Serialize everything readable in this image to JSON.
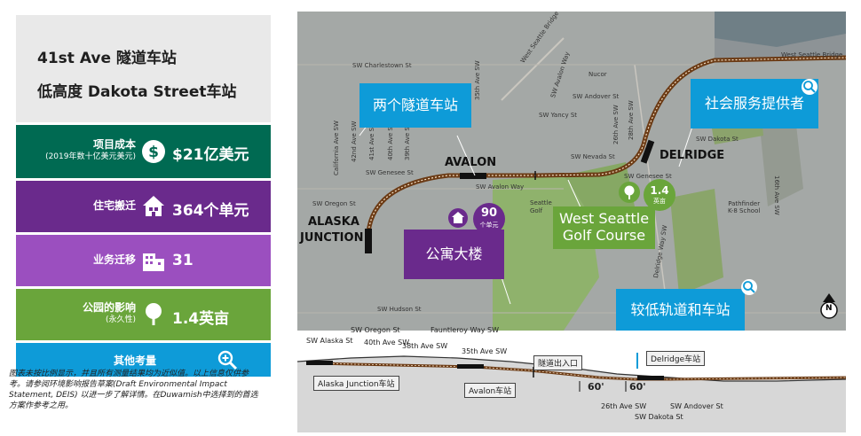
{
  "title_line1": "41st Ave 隧道车站",
  "title_line2": "低高度 Dakota Street车站",
  "metrics": [
    {
      "label": "项目成本",
      "sublabel": "(2019年数十亿美元美元)",
      "value": "$21亿美元",
      "icon": "dollar-icon",
      "color": "#006a52"
    },
    {
      "label": "住宅搬迁",
      "sublabel": "",
      "value": "364个单元",
      "icon": "house-icon",
      "color": "#6a2a8c"
    },
    {
      "label": "业务迁移",
      "sublabel": "",
      "value": "31",
      "icon": "building-icon",
      "color": "#9b4fbf"
    },
    {
      "label": "公园的影响",
      "sublabel": "(永久性)",
      "value": "1.4英亩",
      "icon": "tree-icon",
      "color": "#6aa53b"
    }
  ],
  "other_considerations": {
    "label": "其他考量",
    "icon": "magnify-icon",
    "color": "#0e9bd8"
  },
  "footnote": "图表未按比例显示，并且所有测量结果均为近似值。以上信息仅供参考。请参阅环境影响报告草案(Draft Environmental Impact Statement, DEIS) 以进一步了解详情。在Duwamish中选择到的首选方案作参考之用。",
  "map": {
    "callouts": {
      "tunnel_stations": "两个隧道车站",
      "social_services": "社会服务提供者",
      "apartment": "公寓大楼",
      "golf_course_line1": "West Seattle",
      "golf_course_line2": "Golf Course",
      "lower_track": "较低轨道和车站"
    },
    "badges": {
      "apartment_units": "90",
      "apartment_units_label": "个单元",
      "park_acres": "1.4",
      "park_acres_label": "英亩"
    },
    "area_labels": {
      "avalon": "AVALON",
      "alaska_line1": "ALASKA",
      "alaska_line2": "JUNCTION",
      "delridge": "DELRIDGE"
    },
    "street_labels": {
      "charlestown": "SW Charlestown St",
      "west_seattle_bridge": "West Seattle Bridge",
      "west_seattle_bridge_ne": "West Seattle Bridge",
      "nucor": "Nucor",
      "avalon_way_nw": "SW Avalon Way",
      "andover": "SW Andover St",
      "yancy": "SW Yancy St",
      "california": "California Ave SW",
      "42nd": "42nd Ave SW",
      "41st": "41st Ave SW",
      "40th": "40th Ave SW",
      "39th": "39th Ave SW",
      "35th": "35th Ave SW",
      "26th": "26th Ave SW",
      "28th": "28th Ave SW",
      "dakota": "SW Dakota St",
      "nevada": "SW Nevada St",
      "genesee_w": "SW Genesee St",
      "genesee_e": "SW Genesee St",
      "oregon": "SW Oregon St",
      "avalon_way": "SW Avalon Way",
      "hudson": "SW Hudson St",
      "pathfinder_line1": "Pathfinder",
      "pathfinder_line2": "K-8 School",
      "delridge_way": "Delridge Way SW",
      "16th": "16th Ave SW",
      "golf_small": "Seattle",
      "golf_small2": "Golf"
    },
    "north_label": "N"
  },
  "profile": {
    "street_labels": {
      "alaska": "SW Alaska St",
      "oregon": "SW Oregon St",
      "40th": "40th Ave SW",
      "38th": "38th Ave SW",
      "fauntleroy": "Fauntleroy Way SW",
      "35th": "35th Ave SW",
      "26th": "26th Ave SW",
      "dakota": "SW Dakota St",
      "andover": "SW Andover St"
    },
    "stations": {
      "alaska": "Alaska Junction车站",
      "avalon": "Avalon车站",
      "delridge": "Delridge车站"
    },
    "tunnel_portal": "隧道出入口",
    "depth_1": "60'",
    "depth_2": "60'"
  }
}
